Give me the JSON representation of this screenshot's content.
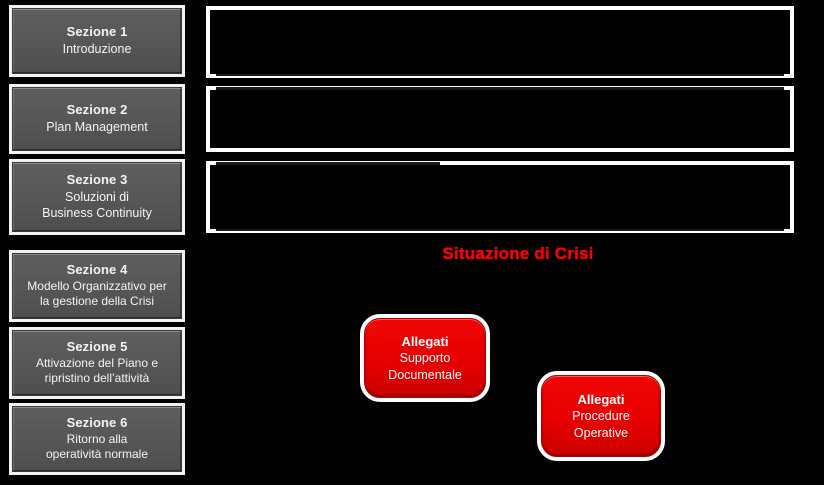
{
  "diagram": {
    "background_color": "#000000",
    "accent_red": "#ee0000",
    "section_gray": "#575757",
    "panel_border": "#ffffff"
  },
  "sidebar": {
    "sections": [
      {
        "title": "Sezione 1",
        "lines": [
          "Introduzione"
        ]
      },
      {
        "title": "Sezione 2",
        "lines": [
          "Plan Management"
        ]
      },
      {
        "title": "Sezione 3",
        "lines": [
          "Soluzioni di",
          "Business Continuity"
        ]
      },
      {
        "title": "Sezione 4",
        "lines": [
          "Modello Organizzativo per",
          "la gestione della Crisi"
        ]
      },
      {
        "title": "Sezione 5",
        "lines": [
          "Attivazione del Piano e",
          "ripristino dell’attività"
        ]
      },
      {
        "title": "Sezione 6",
        "lines": [
          "Ritorno alla",
          "operatività normale"
        ]
      }
    ]
  },
  "content_panels": [
    {
      "label": "redacted-panel-1",
      "text": ""
    },
    {
      "label": "redacted-panel-2",
      "text": ""
    },
    {
      "label": "redacted-panel-3",
      "text": ""
    }
  ],
  "crisis": {
    "heading": "Situazione di Crisi",
    "color": "#ff0000"
  },
  "attachments": [
    {
      "title": "Allegati",
      "lines": [
        "Supporto",
        "Documentale"
      ]
    },
    {
      "title": "Allegati",
      "lines": [
        "Procedure",
        "Operative"
      ]
    }
  ]
}
